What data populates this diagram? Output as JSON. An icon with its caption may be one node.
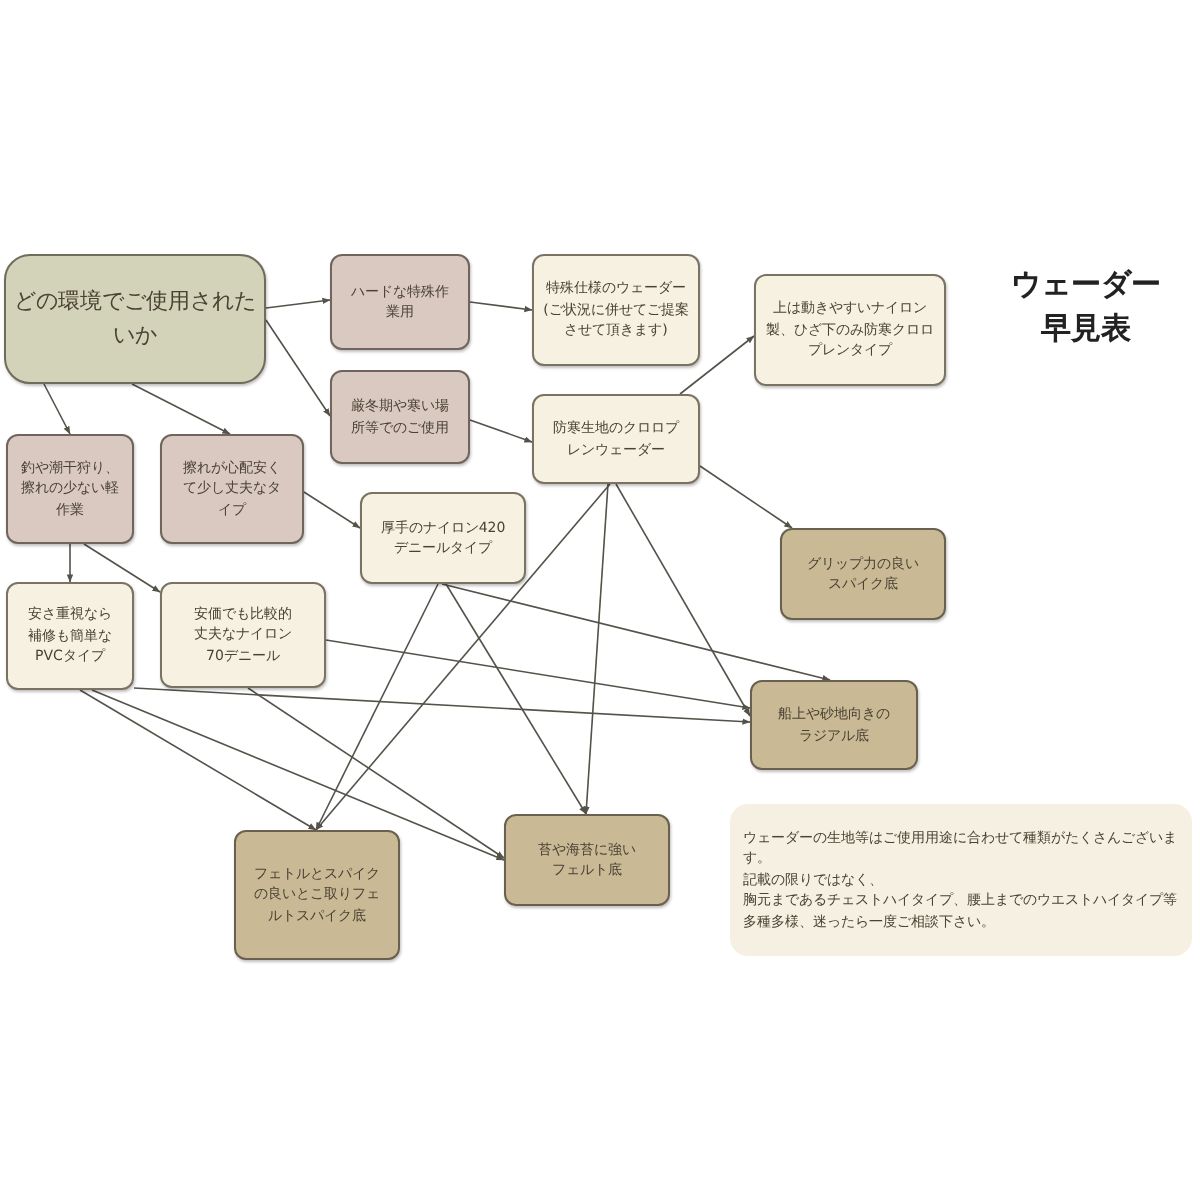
{
  "diagram": {
    "title": "ウェーダー早見表",
    "nodes": [
      {
        "text": [
          "どの環境でご使用されたいか"
        ]
      },
      {
        "text": [
          "ハードな特殊作業用"
        ]
      },
      {
        "text": [
          "厳冬期や寒い場所等でのご使用"
        ]
      },
      {
        "text": [
          "特殊仕様のウェーダー(ご状況に併せてご提案させて頂きます)"
        ]
      },
      {
        "text": [
          "防寒生地のクロロプレンウェーダー"
        ]
      },
      {
        "text": [
          "上は動きやすいナイロン製、ひざ下のみ防寒クロロプレンタイプ"
        ]
      },
      {
        "text": [
          "釣や潮干狩り、擦れの少ない軽作業"
        ]
      },
      {
        "text": [
          "擦れが心配安くて少し丈夫なタイプ"
        ]
      },
      {
        "text": [
          "厚手のナイロン420デニールタイプ"
        ]
      },
      {
        "text": [
          "安さ重視なら補修も簡単なPVCタイプ"
        ]
      },
      {
        "text": [
          "安価でも比較的丈夫なナイロン70デニール"
        ]
      },
      {
        "text": [
          "グリップ力の良いスパイク底"
        ]
      },
      {
        "text": [
          "船上や砂地向きのラジアル底"
        ]
      },
      {
        "text": [
          "フェトルとスパイクの良いとこ取りフェルトスパイク底"
        ]
      },
      {
        "text": [
          "苔や海苔に強いフェルト底"
        ]
      },
      {
        "text": [
          "ウェーダーの生地等はご使用用途に合わせて種類がたくさんございます。",
          "記載の限りではなく、",
          "胸元まであるチェストハイタイプ、腰上までのウエストハイタイプ等多種多様、迷ったら一度ご相談下さい。"
        ]
      }
    ],
    "edges": [
      {
        "from": 0,
        "to": 1,
        "arrow": "to"
      },
      {
        "from": 0,
        "to": 2,
        "arrow": "to"
      },
      {
        "from": 0,
        "to": 6,
        "arrow": "to"
      },
      {
        "from": 0,
        "to": 7,
        "arrow": "to"
      },
      {
        "from": 1,
        "to": 3,
        "arrow": "to"
      },
      {
        "from": 2,
        "to": 4,
        "arrow": "to"
      },
      {
        "from": 7,
        "to": 8,
        "arrow": "to"
      },
      {
        "from": 6,
        "to": 9,
        "arrow": "to"
      },
      {
        "from": 6,
        "to": 10,
        "arrow": "to"
      },
      {
        "from": 4,
        "to": 5,
        "arrow": "to"
      },
      {
        "from": 4,
        "to": 11,
        "arrow": "to"
      },
      {
        "from": 4,
        "to": 12,
        "arrow": "to"
      },
      {
        "from": 4,
        "to": 13,
        "arrow": "to"
      },
      {
        "from": 4,
        "to": 14,
        "arrow": "to"
      },
      {
        "from": 8,
        "to": 12,
        "arrow": "to"
      },
      {
        "from": 8,
        "to": 13,
        "arrow": "to"
      },
      {
        "from": 8,
        "to": 14,
        "arrow": "to"
      },
      {
        "from": 9,
        "to": 12,
        "arrow": "to"
      },
      {
        "from": 9,
        "to": 13,
        "arrow": "to"
      },
      {
        "from": 9,
        "to": 14,
        "arrow": "to"
      },
      {
        "from": 10,
        "to": 12,
        "arrow": "to"
      },
      {
        "from": 10,
        "to": 14,
        "arrow": "to"
      }
    ]
  }
}
